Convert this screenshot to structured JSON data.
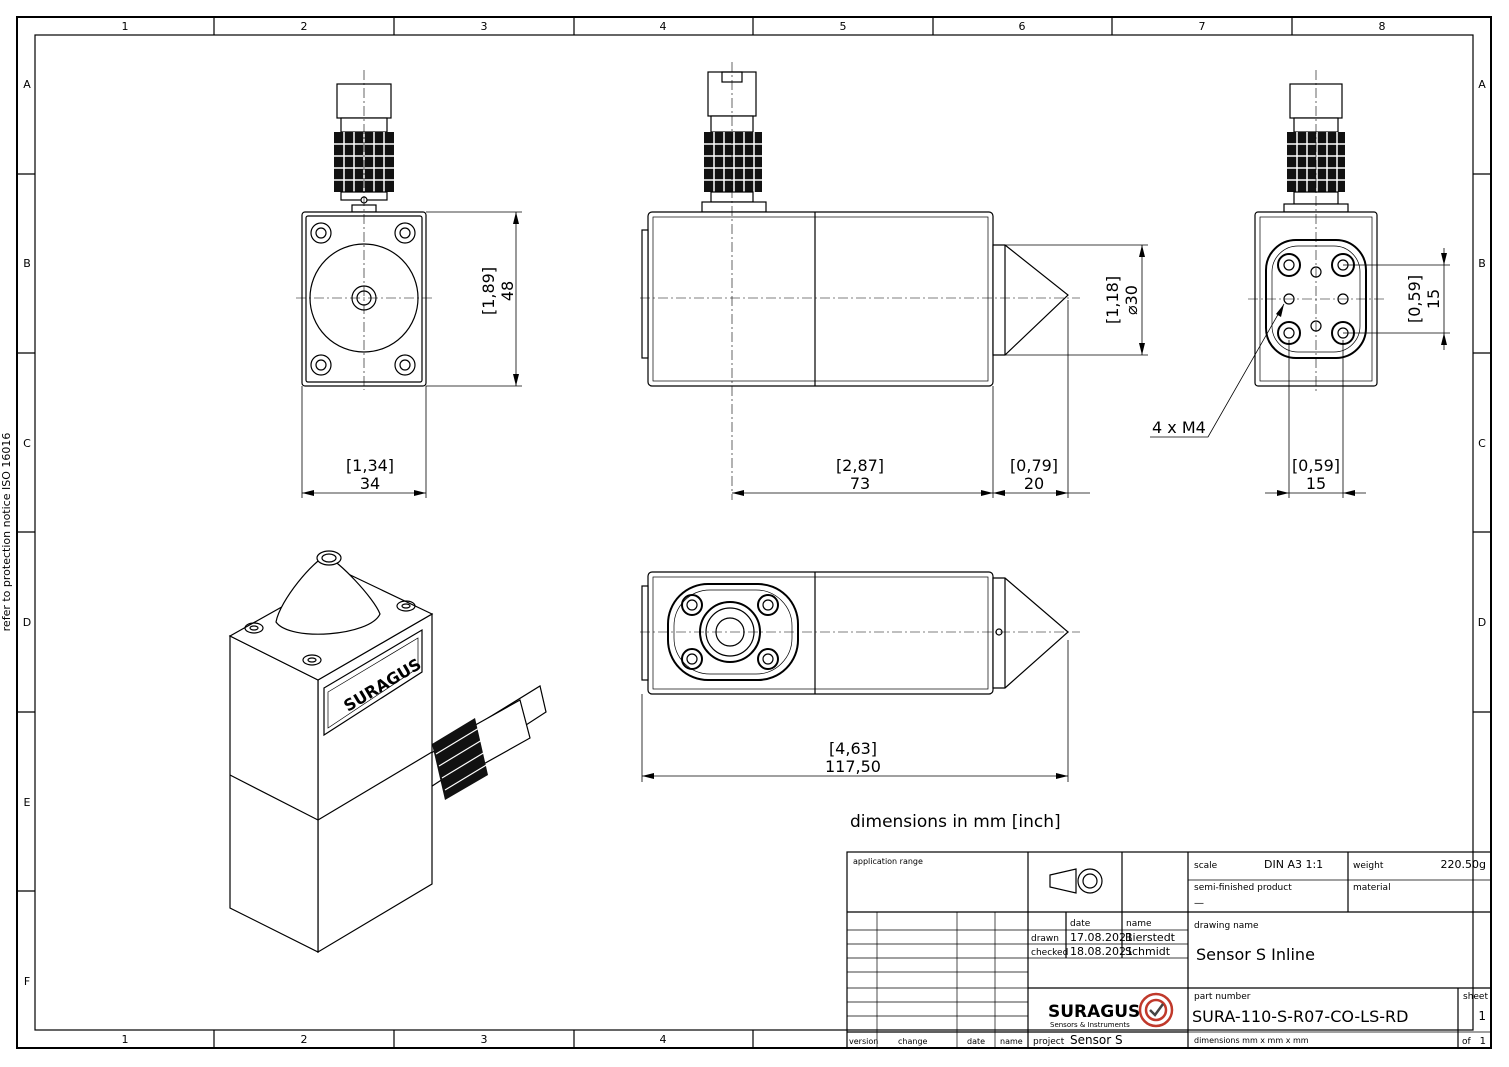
{
  "sheet": {
    "columns": [
      "1",
      "2",
      "3",
      "4",
      "5",
      "6",
      "7",
      "8"
    ],
    "rows": [
      "A",
      "B",
      "C",
      "D",
      "E",
      "F"
    ],
    "side_notice": "refer to protection notice ISO 16016",
    "units_note": "dimensions in mm [inch]"
  },
  "dimensions": {
    "front_height": {
      "inch": "[1,89]",
      "mm": "48"
    },
    "front_width": {
      "inch": "[1,34]",
      "mm": "34"
    },
    "side_length": {
      "inch": "[2,87]",
      "mm": "73"
    },
    "cone_length": {
      "inch": "[0,79]",
      "mm": "20"
    },
    "cone_diameter": {
      "inch": "[1,18]",
      "mm": "⌀30"
    },
    "back_vertical": {
      "inch": "[0,59]",
      "mm": "15"
    },
    "back_horizontal": {
      "inch": "[0,59]",
      "mm": "15"
    },
    "thread_callout": "4 x M4",
    "total_length": {
      "inch": "[4,63]",
      "mm": "117,50"
    }
  },
  "logo_text": "SURAGUS",
  "title_block": {
    "application_range_label": "application range",
    "scale_label": "scale",
    "scale_value": "DIN A3  1:1",
    "weight_label": "weight",
    "weight_value": "220.50g",
    "semi_finished_label": "semi-finished product",
    "semi_finished_value": "—",
    "material_label": "material",
    "date_header": "date",
    "name_header": "name",
    "drawn_label": "drawn",
    "drawn_date": "17.08.2021",
    "drawn_name": "Bierstedt",
    "checked_label": "checked",
    "checked_date": "18.08.2021",
    "checked_name": "Schmidt",
    "drawing_name_label": "drawing name",
    "drawing_name": "Sensor S Inline",
    "part_number_label": "part number",
    "part_number": "SURA-110-S-R07-CO-LS-RD",
    "sheet_label": "sheet",
    "sheet_value": "1",
    "dimensions_label": "dimensions  mm x mm x mm",
    "of_label": "of",
    "of_value": "1",
    "version_label": "version",
    "change_label": "change",
    "date_label": "date",
    "name_label": "name",
    "project_label": "project",
    "project_value": "Sensor S",
    "company_logo": "SURAGUS",
    "company_tagline": "Sensors & Instruments"
  }
}
